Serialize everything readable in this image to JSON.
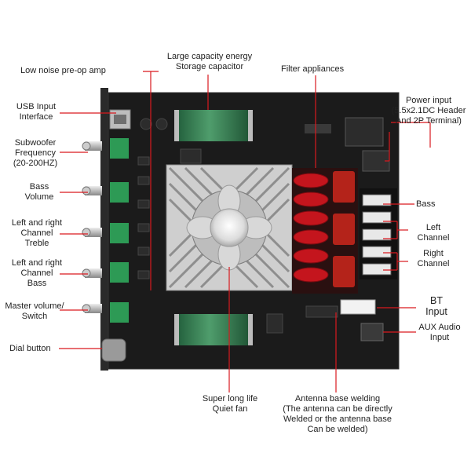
{
  "labels": {
    "low_noise": "Low noise pre-op amp",
    "capacitor_1": "Large capacity energy",
    "capacitor_2": "Storage capacitor",
    "filter": "Filter appliances",
    "usb_1": "USB Input",
    "usb_2": "Interface",
    "power_1": "Power input",
    "power_2": "(5.5x2.1DC Header",
    "power_3": "And 2P Terminal)",
    "sub_1": "Subwoofer",
    "sub_2": "Frequency",
    "sub_3": "(20-200HZ)",
    "bass_vol_1": "Bass",
    "bass_vol_2": "Volume",
    "treble_1": "Left and right",
    "treble_2": "Channel",
    "treble_3": "Treble",
    "bass_ch_1": "Left and right",
    "bass_ch_2": "Channel",
    "bass_ch_3": "Bass",
    "master_1": "Master volume/",
    "master_2": "Switch",
    "dial": "Dial button",
    "bass_out": "Bass",
    "left_1": "Left",
    "left_2": "Channel",
    "right_1": "Right",
    "right_2": "Channel",
    "bt_1": "BT",
    "bt_2": "Input",
    "aux_1": "AUX Audio",
    "aux_2": "Input",
    "fan_1": "Super long life",
    "fan_2": "Quiet fan",
    "antenna_1": "Antenna base welding",
    "antenna_2": "(The antenna can be directly",
    "antenna_3": "Welded or the antenna base",
    "antenna_4": "Can be welded)"
  },
  "colors": {
    "leader": "#d9191f",
    "board": "#1b1b1b",
    "capacitor": "#2f7a4e",
    "inductor": "#b8141c",
    "connector": "#2d9a55"
  }
}
